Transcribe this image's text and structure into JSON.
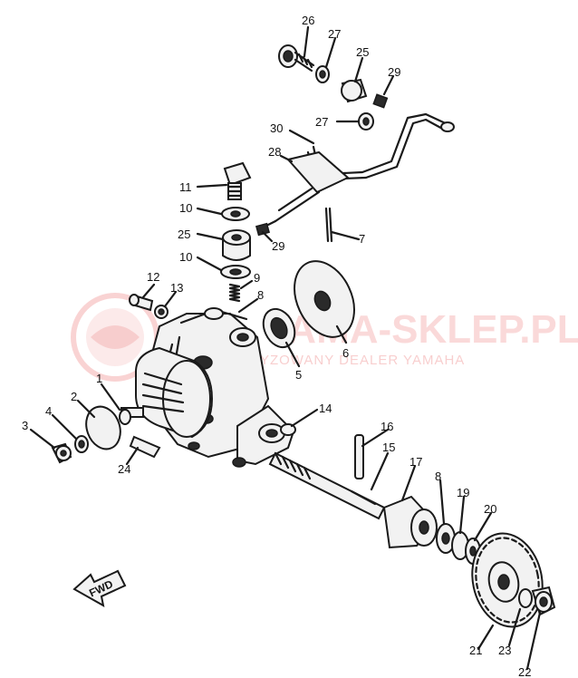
{
  "watermark": {
    "brand": "YAMA-SKLEP.PL",
    "subtitle": "AUTORYZOWANY DEALER YAMAHA",
    "color": "#e65050"
  },
  "direction_label": "FWD",
  "callouts": [
    {
      "id": "c26",
      "text": "26"
    },
    {
      "id": "c27a",
      "text": "27"
    },
    {
      "id": "c25a",
      "text": "25"
    },
    {
      "id": "c29a",
      "text": "29"
    },
    {
      "id": "c27b",
      "text": "27"
    },
    {
      "id": "c30",
      "text": "30"
    },
    {
      "id": "c28",
      "text": "28"
    },
    {
      "id": "c11",
      "text": "11"
    },
    {
      "id": "c10a",
      "text": "10"
    },
    {
      "id": "c25b",
      "text": "25"
    },
    {
      "id": "c29b",
      "text": "29"
    },
    {
      "id": "c7",
      "text": "7"
    },
    {
      "id": "c10b",
      "text": "10"
    },
    {
      "id": "c9",
      "text": "9"
    },
    {
      "id": "c8a",
      "text": "8"
    },
    {
      "id": "c12",
      "text": "12"
    },
    {
      "id": "c13",
      "text": "13"
    },
    {
      "id": "c6",
      "text": "6"
    },
    {
      "id": "c5",
      "text": "5"
    },
    {
      "id": "c1",
      "text": "1"
    },
    {
      "id": "c2",
      "text": "2"
    },
    {
      "id": "c4",
      "text": "4"
    },
    {
      "id": "c3",
      "text": "3"
    },
    {
      "id": "c24",
      "text": "24"
    },
    {
      "id": "c14",
      "text": "14"
    },
    {
      "id": "c16",
      "text": "16"
    },
    {
      "id": "c15",
      "text": "15"
    },
    {
      "id": "c17",
      "text": "17"
    },
    {
      "id": "c8b",
      "text": "8"
    },
    {
      "id": "c19",
      "text": "19"
    },
    {
      "id": "c20",
      "text": "20"
    },
    {
      "id": "c21",
      "text": "21"
    },
    {
      "id": "c23",
      "text": "23"
    },
    {
      "id": "c22",
      "text": "22"
    }
  ]
}
